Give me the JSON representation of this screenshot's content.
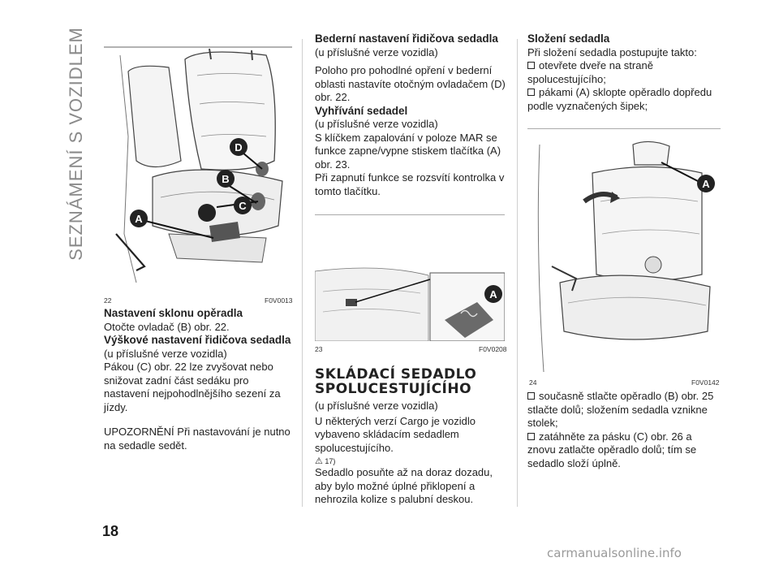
{
  "side_title": "SEZNÁMENÍ S VOZIDLEM",
  "page_number": "18",
  "watermark": "carmanualsonline.info",
  "figures": {
    "f22": {
      "number": "22",
      "code": "F0V0013",
      "callouts": [
        "A",
        "B",
        "C",
        "D"
      ]
    },
    "f23": {
      "number": "23",
      "code": "F0V0208",
      "callouts": [
        "A"
      ]
    },
    "f24": {
      "number": "24",
      "code": "F0V0142",
      "callouts": [
        "A"
      ]
    }
  },
  "col1": {
    "h1": "Nastavení sklonu opěradla",
    "p1": "Otočte ovladač (B) obr. 22.",
    "h2": "Výškové nastavení řidičova sedadla",
    "p2a": "(u příslušné verze vozidla)",
    "p2b": "Pákou (C) obr. 22 lze zvyšovat nebo snižovat zadní část sedáku pro nastavení nejpohodlnějšího sezení za jízdy.",
    "warning": "UPOZORNĚNÍ Při nastavování je nutno na sedadle sedět."
  },
  "col2": {
    "h1": "Bederní nastavení řidičova sedadla",
    "p1a": "(u příslušné verze vozidla)",
    "p1b": "Poloho pro pohodlné opření v bederní oblasti nastavíte otočným ovladačem (D) obr. 22.",
    "h2": "Vyhřívání sedadel",
    "p2a": "(u příslušné verze vozidla)",
    "p2b": "S klíčkem zapalování v poloze MAR se funkce zapne/vypne stiskem tlačítka (A) obr. 23.",
    "p2c": "Při zapnutí funkce se rozsvítí kontrolka v tomto tlačítku.",
    "h3": "SKLÁDACÍ SEDADLO SPOLUCESTUJÍCÍHO",
    "p3a": "(u příslušné verze vozidla)",
    "p3b": "U některých verzí Cargo je vozidlo vybaveno skládacím sedadlem spolucestujícího.",
    "ref": "17)",
    "p3c": "Sedadlo posuňte až na doraz dozadu, aby bylo možné úplné přiklopení a nehrozila kolize s palubní deskou."
  },
  "col3": {
    "h1": "Složení sedadla",
    "p1": "Při složení sedadla postupujte takto:",
    "b1": "otevřete dveře na straně spolucestujícího;",
    "b2": "pákami (A) sklopte opěradlo dopředu podle vyznačených šipek;",
    "b3": "současně stlačte opěradlo (B) obr. 25 stlačte dolů; složením sedadla vznikne stolek;",
    "b4": "zatáhněte za pásku (C) obr. 26 a znovu zatlačte opěradlo dolů; tím se sedadlo složí úplně."
  }
}
